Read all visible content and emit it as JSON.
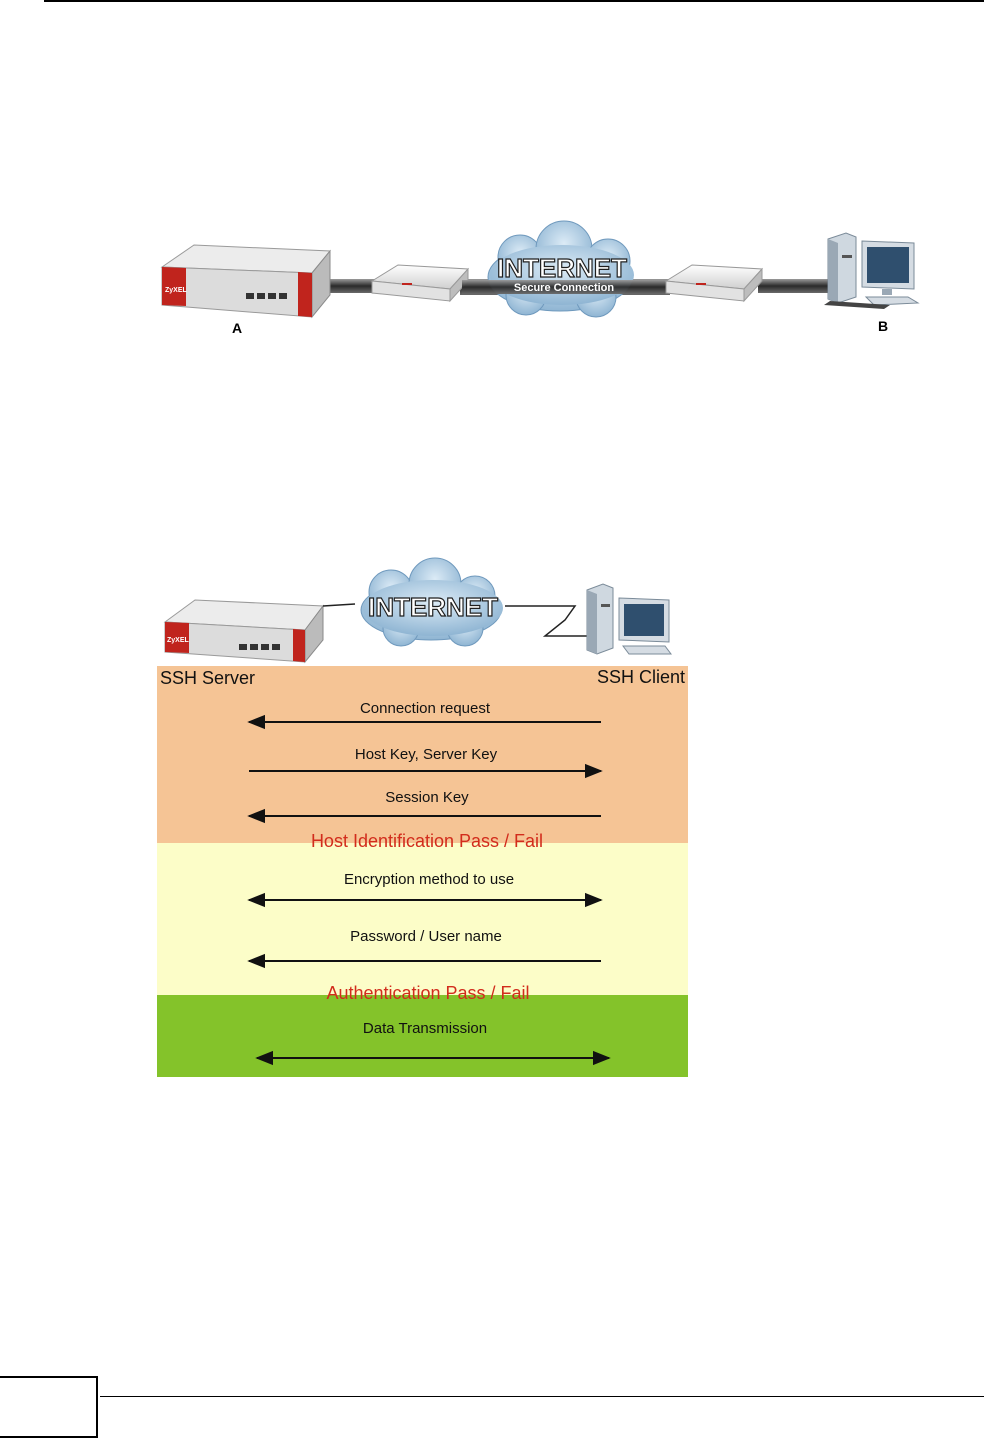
{
  "figure1": {
    "cloud_text": "INTERNET",
    "link_text": "Secure Connection",
    "label_a": "A",
    "label_b": "B"
  },
  "figure2": {
    "cloud_text": "INTERNET",
    "server_label": "SSH Server",
    "client_label": "SSH Client",
    "colors": {
      "stage1": "#f5c495",
      "stage2": "#fcfdc8",
      "stage3": "#84c32a",
      "status": "#d22c1c"
    },
    "messages": [
      {
        "text": "Connection request",
        "direction": "to-server"
      },
      {
        "text": "Host Key, Server Key",
        "direction": "to-client"
      },
      {
        "text": "Session Key",
        "direction": "to-server"
      },
      {
        "text": "Encryption method to use",
        "direction": "both"
      },
      {
        "text": "Password / User name",
        "direction": "to-server"
      },
      {
        "text": "Data Transmission",
        "direction": "both"
      }
    ],
    "status": [
      "Host Identification Pass / Fail",
      "Authentication Pass / Fail"
    ]
  }
}
